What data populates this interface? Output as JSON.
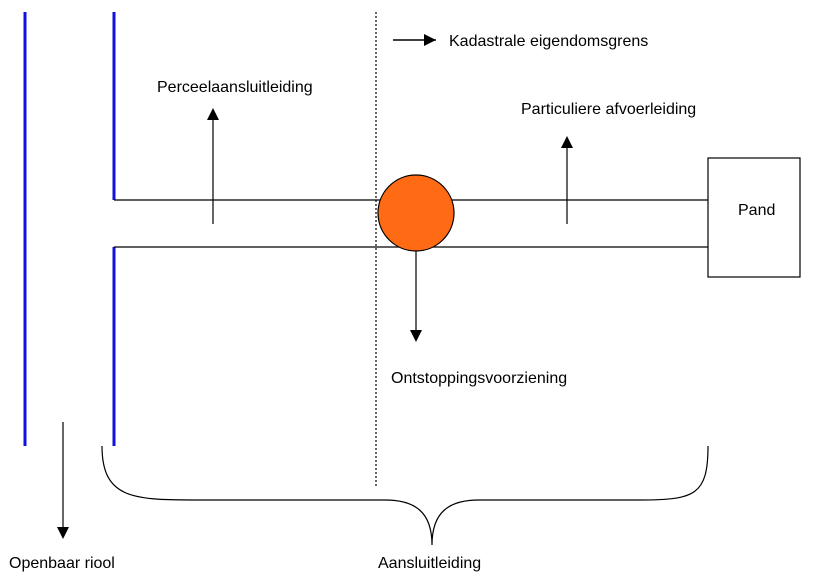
{
  "labels": {
    "cadastral_boundary": "Kadastrale eigendomsgrens",
    "parcel_connection": "Perceelaansluitleiding",
    "private_drain": "Particuliere afvoerleiding",
    "building": "Pand",
    "unblocking_facility": "Ontstoppingsvoorziening",
    "public_sewer": "Openbaar riool",
    "connection_pipe": "Aansluitleiding"
  },
  "colors": {
    "sewer_wall": "#1010e0",
    "manhole_fill": "#ff6a14",
    "manhole_stroke": "#000000",
    "line": "#000000"
  }
}
